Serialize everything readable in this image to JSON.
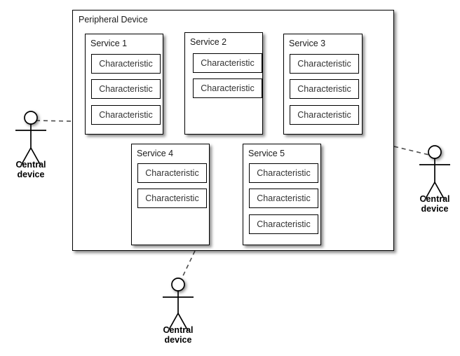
{
  "diagram": {
    "type": "ble-gatt-topology",
    "peripheral": {
      "title": "Peripheral Device",
      "services": [
        {
          "title": "Service 1",
          "characteristics": [
            "Characteristic",
            "Characteristic",
            "Characteristic"
          ]
        },
        {
          "title": "Service 2",
          "characteristics": [
            "Characteristic",
            "Characteristic"
          ]
        },
        {
          "title": "Service 3",
          "characteristics": [
            "Characteristic",
            "Characteristic",
            "Characteristic"
          ]
        },
        {
          "title": "Service 4",
          "characteristics": [
            "Characteristic",
            "Characteristic"
          ]
        },
        {
          "title": "Service 5",
          "characteristics": [
            "Characteristic",
            "Characteristic",
            "Characteristic"
          ]
        }
      ]
    },
    "actors": [
      {
        "name": "actor-left",
        "label_line1": "Central",
        "label_line2": "device"
      },
      {
        "name": "actor-right",
        "label_line1": "Central",
        "label_line2": "device"
      },
      {
        "name": "actor-bottom",
        "label_line1": "Central",
        "label_line2": "device"
      }
    ],
    "connectors": [
      {
        "name": "connector-left",
        "style": "dashed"
      },
      {
        "name": "connector-right",
        "style": "dashed"
      },
      {
        "name": "connector-bottom",
        "style": "dashed"
      }
    ],
    "colors": {
      "background": "#ffffff",
      "stroke": "#000000",
      "text": "#1a1a1a",
      "connector": "#4d4d4d"
    }
  }
}
